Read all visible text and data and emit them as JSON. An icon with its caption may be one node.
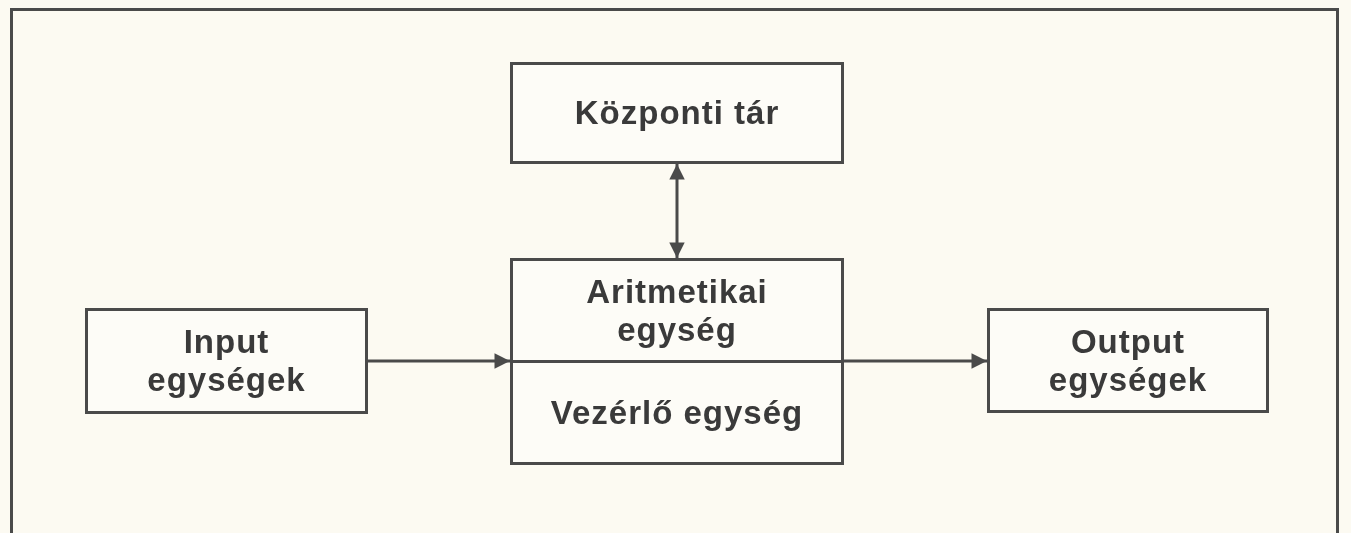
{
  "diagram": {
    "nodes": [
      {
        "text": [
          "Központi tár"
        ]
      },
      {
        "text": [
          "Input egységek"
        ]
      },
      {
        "text": [
          "Aritmetikai egység",
          "Vezérlő egység"
        ]
      },
      {
        "text": [
          "Output egységek"
        ]
      }
    ],
    "edges": [
      {
        "from": 0,
        "to": 2,
        "arrow": "both"
      },
      {
        "from": 1,
        "to": 2,
        "arrow": "to"
      },
      {
        "from": 2,
        "to": 3,
        "arrow": "to"
      }
    ]
  }
}
